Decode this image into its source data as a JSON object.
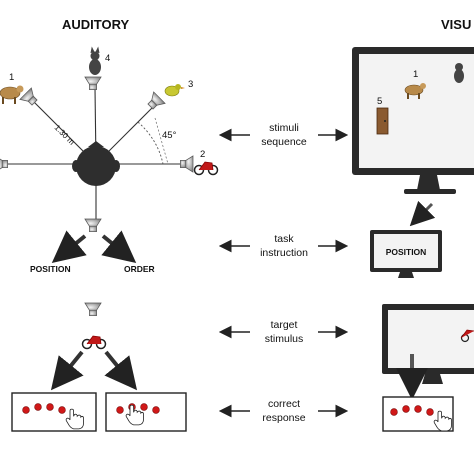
{
  "headers": {
    "auditory": "AUDITORY",
    "visual": "VISU"
  },
  "labels": {
    "distance": "1.30 m",
    "angle": "45°",
    "position": "POSITION",
    "order": "ORDER",
    "monitor_button": "POSITION"
  },
  "stimulus_numbers": [
    "1",
    "2",
    "3",
    "4",
    "5"
  ],
  "middle_labels": {
    "stimuli": [
      "stimuli",
      "sequence"
    ],
    "task": [
      "task",
      "instruction"
    ],
    "target": [
      "target",
      "stimulus"
    ],
    "response": [
      "correct",
      "response"
    ]
  },
  "icons": [
    "cow-icon",
    "cat-icon",
    "bird-icon",
    "motorcycle-icon",
    "door-icon",
    "speaker-icon",
    "head-icon",
    "hand-cursor-icon",
    "monitor-icon"
  ],
  "colors": {
    "button_red": "#d01818",
    "screen_fill": "#f3f3f3",
    "monitor_dark": "#2a2a2a"
  }
}
